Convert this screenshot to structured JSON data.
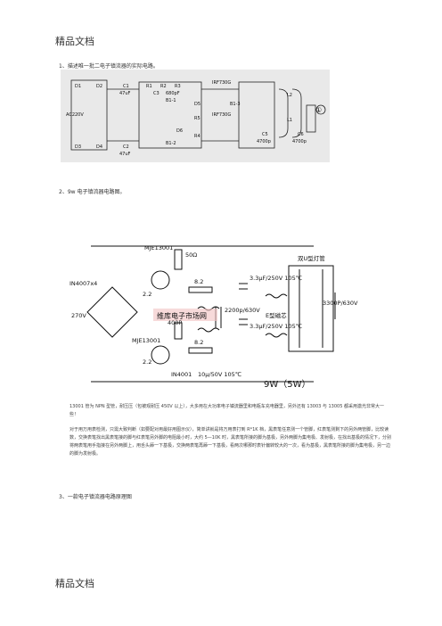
{
  "header": {
    "top": "精品文档",
    "bottom": "精品文档"
  },
  "captions": {
    "c1": "1、描述唯一批二电子镇流器的实际电路。",
    "c2": "2、9w 电子镇流器电路图。",
    "c3": "3、一款电子镇流器电路原理图"
  },
  "paragraphs": {
    "p1": "13001 管为 NPN 型管，耐压压（包被观耐压 450V 以上），大多用在大功率电子镇流器里和电瓶车充电器里，另外还有 13003 与 13005 都采用激光非常大一些！",
    "p2": "对于用万用表检测，只需大致判断（如要配对用最好用图示仪），简单讲就是将万用表打到 R*1K 档，黑表笔任意测一个管脚，红表笔测剩下的另外两管脚，比较读数，交换表笔找出黑表笔接的脚与红表笔另外脚的电阻最小时，大约 5—10K 时，黑表笔所接的脚为基极，另外两脚为集电极、发射极，在找出基极的情况下，分别将两表笔用手指接在另外两脚上，用舌头舔一下基极，交换两表笔再舔一下基极，看两次哪那时表针偏转较大的一次，看为基极，黑表笔所接的脚为集电极，另一边的脚为发射极。"
  },
  "diagram1": {
    "labels": [
      "D1",
      "D2",
      "C1",
      "47uF",
      "R1",
      "R2",
      "R3",
      "C3",
      "680pF",
      "IRF730G",
      "L2",
      "AC220V",
      "D3",
      "D4",
      "C2",
      "47uF",
      "D5",
      "D6",
      "R5",
      "R4",
      "IRF730G",
      "L1",
      "C5",
      "4700p",
      "C6",
      "4700p",
      "B1-1",
      "B1-2",
      "B1-3",
      "①"
    ]
  },
  "diagram2": {
    "labels": [
      "MJE13001",
      "MJE13001",
      "IN4007x4",
      "270V",
      "50Ω",
      "8.2",
      "2.2",
      "2.2",
      "2200p/630V",
      "3.3μF/250V 105℃",
      "3.3μF/250V 105℃",
      "400P",
      "8.2",
      "IN4001",
      "10μ/50V 105℃",
      "E型磁芯",
      "双U型灯管",
      "3300P/630V",
      "9W（5W）"
    ],
    "watermark": "维库电子市场网"
  }
}
